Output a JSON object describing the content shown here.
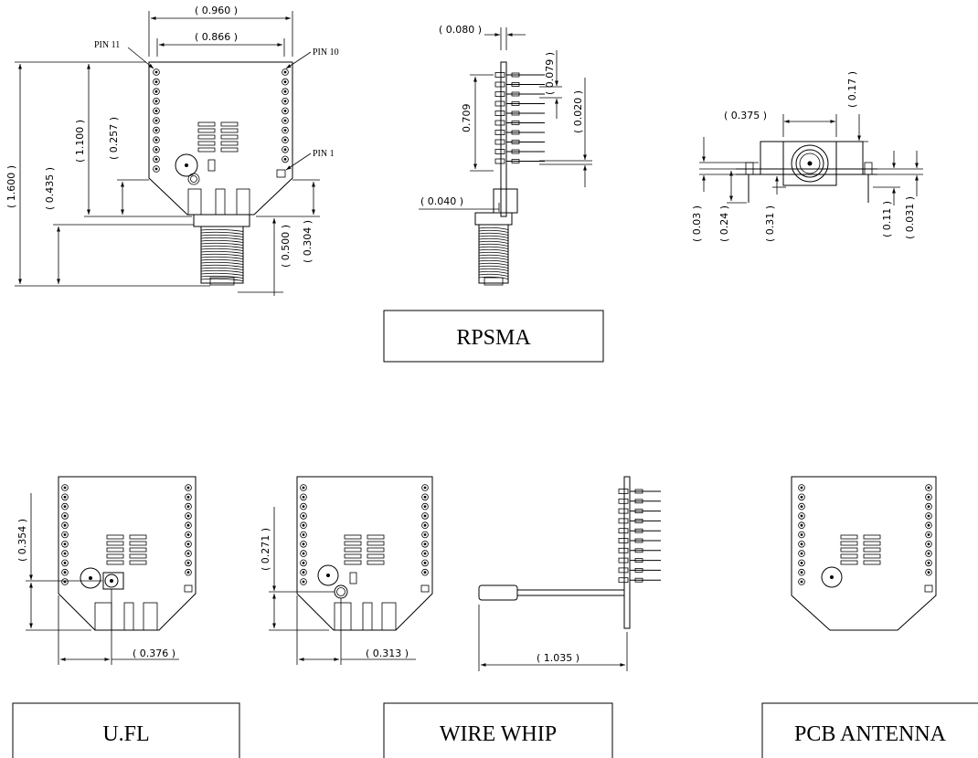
{
  "labels": {
    "rpsma": "RPSMA",
    "ufl": "U.FL",
    "wire_whip": "WIRE WHIP",
    "pcb_antenna": "PCB ANTENNA"
  },
  "pins": {
    "pin11": "PIN 11",
    "pin10": "PIN 10",
    "pin1": "PIN 1"
  },
  "dims": {
    "rpsma_front": {
      "width_outer": "( 0.960 )",
      "width_inner": "( 0.866 )",
      "height_total": "( 1.600 )",
      "height_1100": "( 1.100 )",
      "height_0435": "( 0.435 )",
      "height_0257": "( 0.257 )",
      "height_0500": "( 0.500 )",
      "height_0304": "( 0.304 )"
    },
    "rpsma_side": {
      "thickness": "( 0.080 )",
      "pin_span": "0.709",
      "pin_pitch": "( 0.079 )",
      "pin_dia": "( 0.020 )",
      "offset": "( 0.040 )"
    },
    "rpsma_top": {
      "w_0375": "( 0.375 )",
      "h_017": "( 0.17 )",
      "h_003": "( 0.03 )",
      "h_024": "( 0.24 )",
      "h_031": "( 0.31 )",
      "h_011": "( 0.11 )",
      "h_0031": "( 0.031 )"
    },
    "ufl": {
      "height": "( 0.354 )",
      "width": "( 0.376 )"
    },
    "wire": {
      "height": "( 0.271 )",
      "width": "( 0.313 )"
    },
    "wire_side": {
      "length": "( 1.035 )"
    }
  }
}
